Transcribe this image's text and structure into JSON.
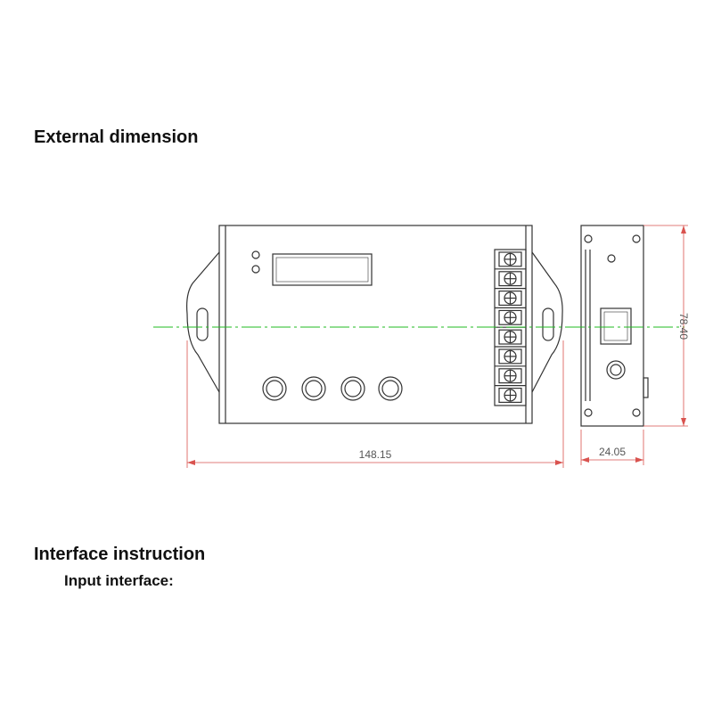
{
  "headings": {
    "external_dimension": "External dimension",
    "interface_instruction": "Interface instruction",
    "input_interface": "Input interface:"
  },
  "dimensions": {
    "width": "148.15",
    "depth": "24.05",
    "height": "78.40"
  },
  "colors": {
    "outline": "#333333",
    "dimension_line": "#d9534f",
    "centerline": "#22bb22"
  }
}
